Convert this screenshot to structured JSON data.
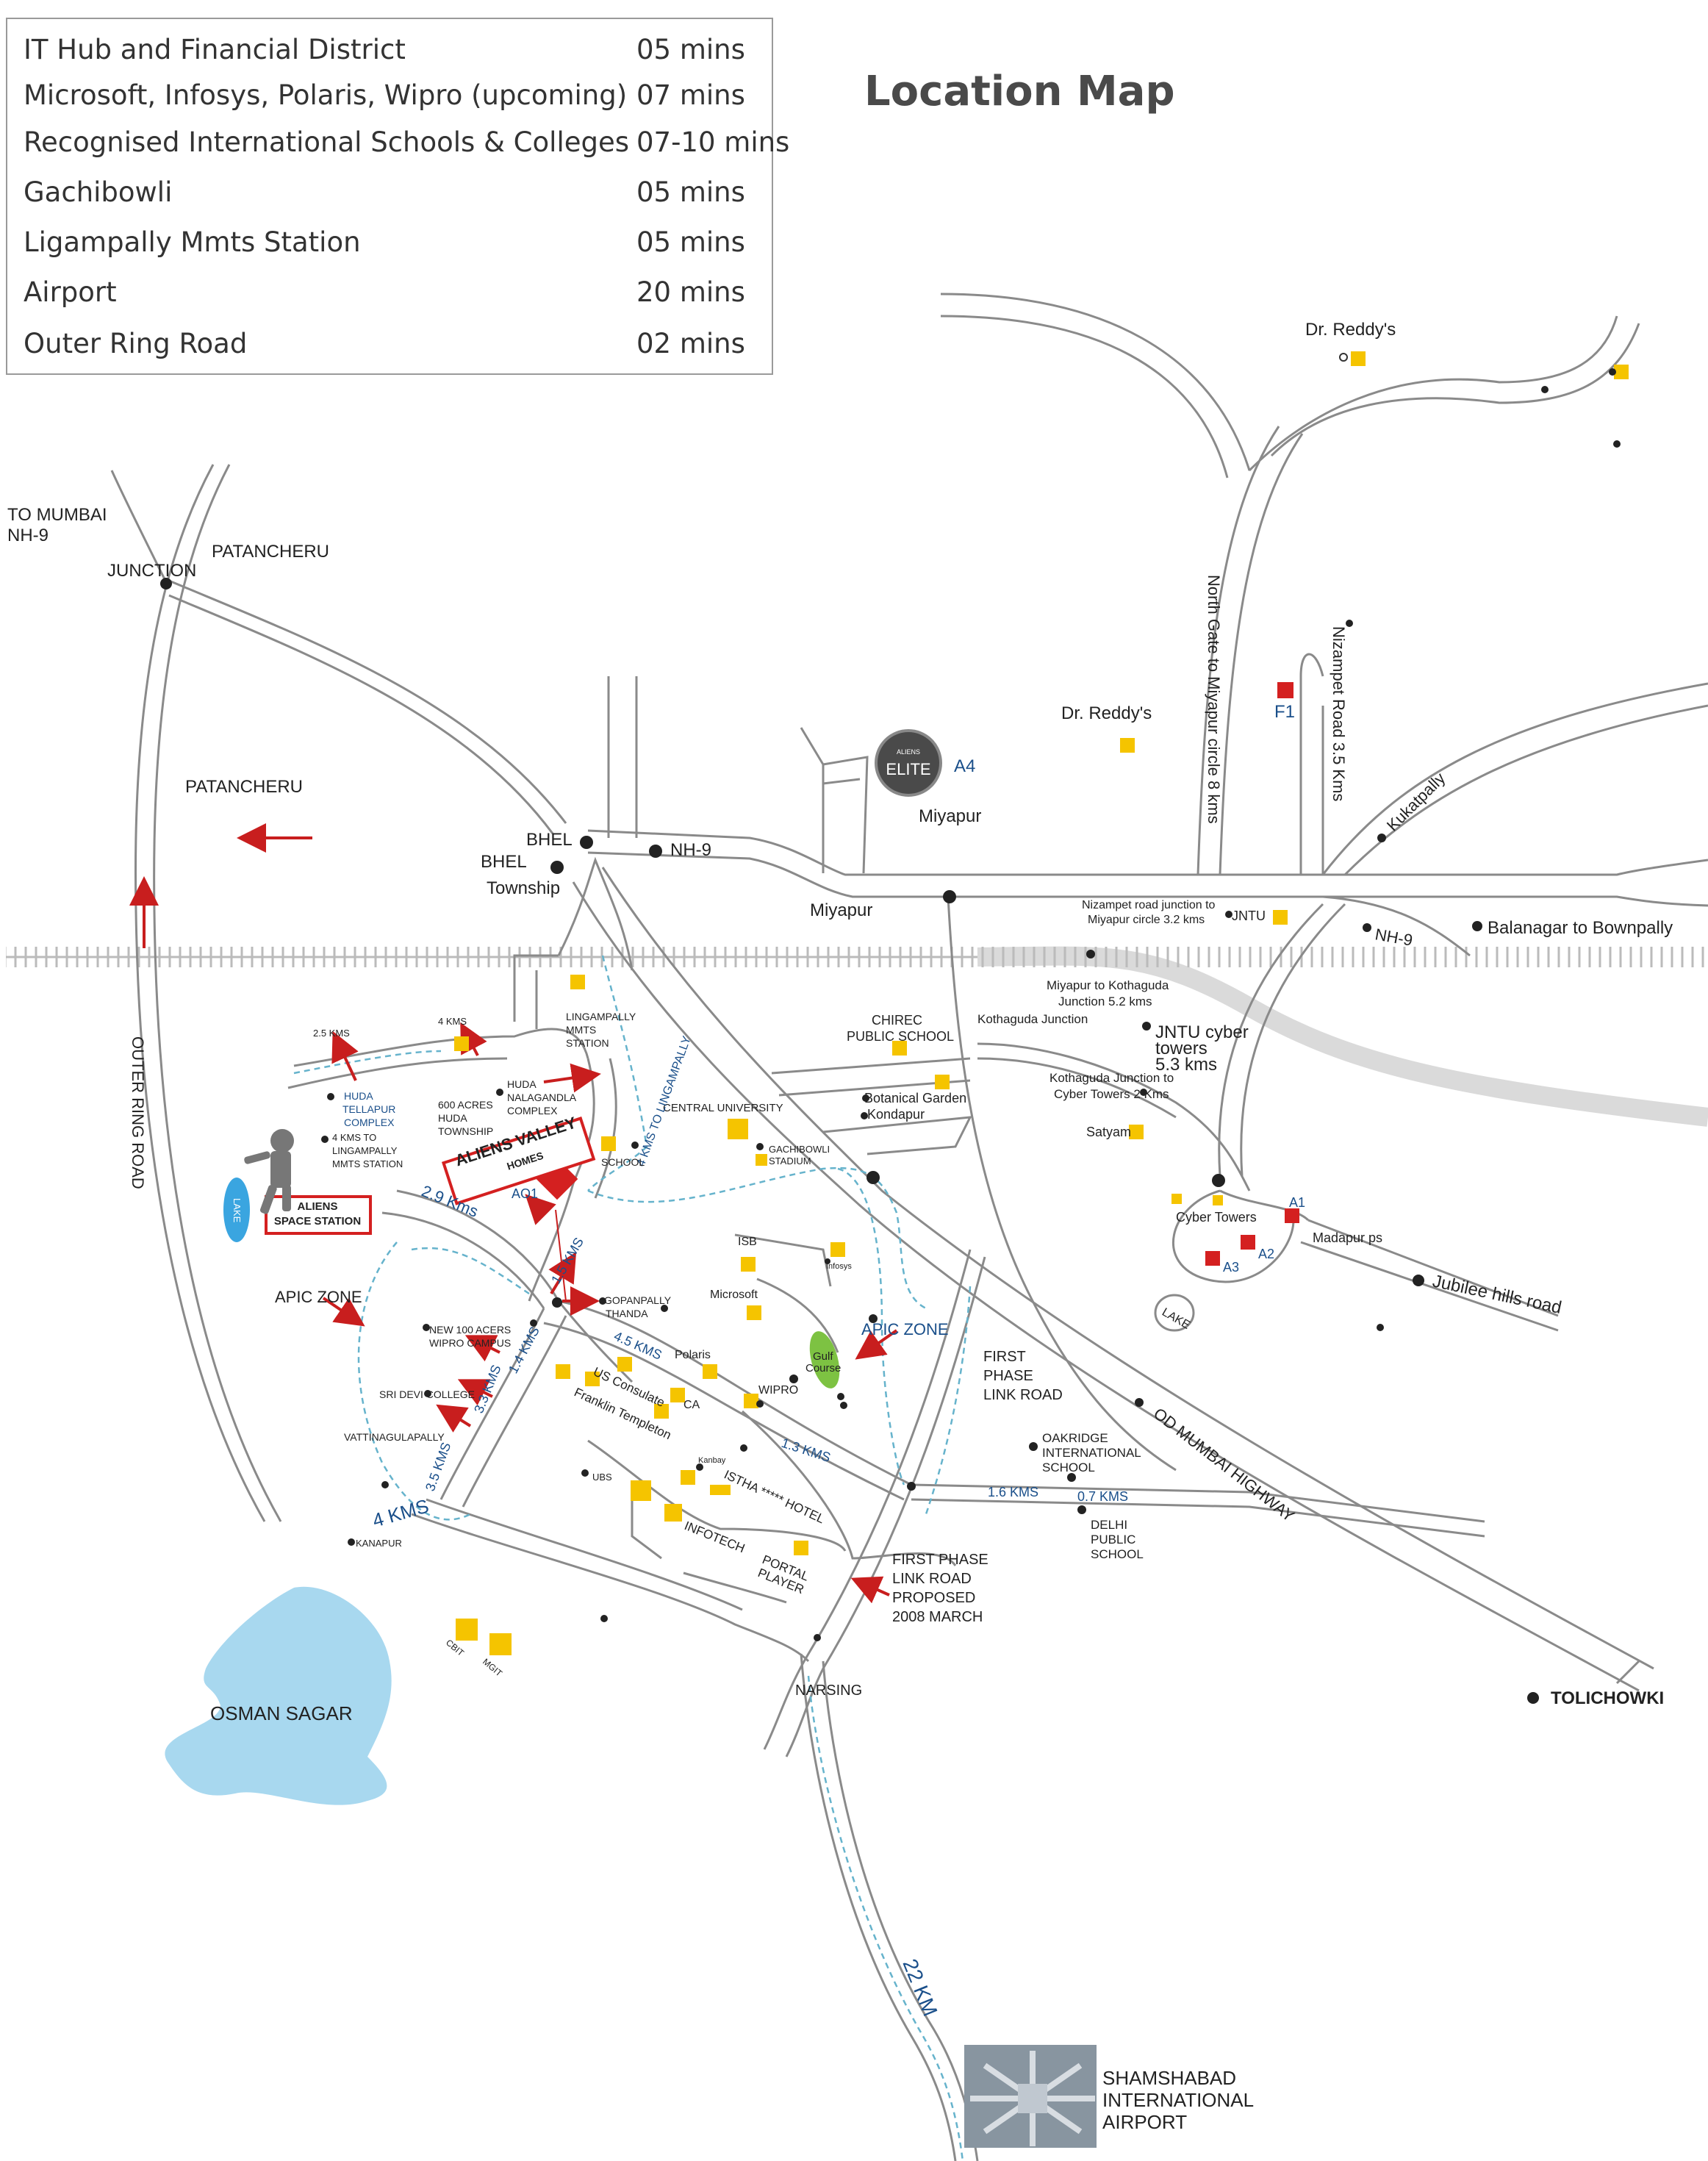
{
  "title": "Location Map",
  "legend": [
    {
      "place": "IT Hub and Financial District",
      "time": "05 mins"
    },
    {
      "place": "Microsoft, Infosys, Polaris, Wipro (upcoming)",
      "time": "07 mins"
    },
    {
      "place": "Recognised International Schools & Colleges",
      "time": "07-10 mins"
    },
    {
      "place": "Gachibowli",
      "time": "05 mins"
    },
    {
      "place": "Ligampally Mmts Station",
      "time": "05 mins"
    },
    {
      "place": "Airport",
      "time": "20 mins"
    },
    {
      "place": "Outer Ring Road",
      "time": "02 mins"
    }
  ],
  "colors": {
    "road": "#8a8a8a",
    "landmark": "#f5c400",
    "project": "#d42020",
    "arrow": "#c81e1e",
    "water": "#a8d8ef",
    "distance": "#1a4f8a",
    "dashed": "#66b3cc",
    "golf": "#7dc242"
  },
  "labels": {
    "to_mumbai": "TO MUMBAI",
    "nh9_left": "NH-9",
    "junction": "JUNCTION",
    "patancheru_top": "PATANCHERU",
    "patancheru": "PATANCHERU",
    "outer_ring_road": "OUTER RING ROAD",
    "bhel": "BHEL",
    "bhel_township_1": "BHEL",
    "bhel_township_2": "Township",
    "nh9": "NH-9",
    "miyapur": "Miyapur",
    "miyapur_a4": "Miyapur",
    "a4": "A4",
    "elite_small": "ALIENS",
    "elite": "ELITE",
    "dr_reddys_top": "Dr. Reddy's",
    "dr_reddys": "Dr. Reddy's",
    "north_gate": "North Gate to Miyapur circle 8 kms",
    "nizampet": "Nizampet Road 3.5 Kms",
    "f1": "F1",
    "kukatpally": "Kukatpally",
    "nizampet_junction_1": "Nizampet road junction to",
    "nizampet_junction_2": "Miyapur circle 3.2 kms",
    "jntu": "JNTU",
    "nh9_right": "NH-9",
    "balanagar": "Balanagar to Bownpally",
    "miyapur_kothaguda_1": "Miyapur to Kothaguda",
    "miyapur_kothaguda_2": "Junction 5.2 kms",
    "kothaguda_junction": "Kothaguda Junction",
    "jntu_cyber_1": "JNTU cyber",
    "jntu_cyber_2": "towers",
    "jntu_cyber_3": "5.3 kms",
    "kothaguda_cyber_1": "Kothaguda Junction to",
    "kothaguda_cyber_2": "Cyber Towers 2 Kms",
    "satyam": "Satyam",
    "cyber_towers": "Cyber Towers",
    "a1": "A1",
    "a2": "A2",
    "a3": "A3",
    "madapur_ps": "Madapur ps",
    "lake_right": "LAKE",
    "jubilee_hills": "Jubilee hills road",
    "chirec_1": "CHIREC",
    "chirec_2": "PUBLIC SCHOOL",
    "botanical_garden": "Botanical Garden",
    "kondapur": "Kondapur",
    "central_university": "CENTRAL UNIVERSITY",
    "gachibowli_1": "GACHIBOWLI",
    "gachibowli_2": "STADIUM",
    "lingampally_1": "LINGAMPALLY",
    "lingampally_2": "MMTS",
    "lingampally_3": "STATION",
    "four_kms_lingampally": "4 KMS TO LINGAMPALLY",
    "four_kms": "4 KMS",
    "two_five_kms": "2.5 KMS",
    "huda_tellapur_1": "HUDA",
    "huda_tellapur_2": "TELLAPUR",
    "huda_tellapur_3": "COMPLEX",
    "four_kms_to_1": "4 KMS TO",
    "four_kms_to_2": "LINGAMPALLY",
    "four_kms_to_3": "MMTS STATION",
    "six_hundred_1": "600 ACRES",
    "six_hundred_2": "HUDA",
    "six_hundred_3": "TOWNSHIP",
    "huda_nalagandla_1": "HUDA",
    "huda_nalagandla_2": "NALAGANDLA",
    "huda_nalagandla_3": "COMPLEX",
    "aliens_valley_1": "ALIENS VALLEY",
    "aliens_valley_2": "HOMES",
    "school": "SCHOOL",
    "ao1": "AO1",
    "lake_left": "LAKE",
    "aliens_space_1": "ALIENS",
    "aliens_space_2": "SPACE STATION",
    "two_nine_kms": "2.9 Kms",
    "one_five_kms": "1.5 KMS",
    "gopanpally_1": "GOPANPALLY",
    "gopanpally_2": "THANDA",
    "isb": "ISB",
    "infosys": "Infosys",
    "microsoft": "Microsoft",
    "apic_zone_left": "APIC ZONE",
    "apic_zone_right": "APIC ZONE",
    "new_100_1": "NEW 100 ACERS",
    "new_100_2": "WIPRO CAMPUS",
    "one_four_kms": "1.4 KMS",
    "three_three_kms": "3.3 KMS",
    "four_five_kms": "4.5 KMS",
    "polaris": "Polaris",
    "golf_1": "Gulf",
    "golf_2": "Course",
    "sri_devi": "SRI DEVI COLLEGE",
    "us_consulate": "US Consulate",
    "ca": "CA",
    "franklin": "Franklin Templeton",
    "wipro": "WIPRO",
    "vattinagulapally": "VATTINAGULAPALLY",
    "three_five_kms": "3.5 KMS",
    "kanbay": "Kanbay",
    "istha": "ISTHA ***** HOTEL",
    "ubs": "UBS",
    "infotech": "INFOTECH",
    "portal_1": "PORTAL",
    "portal_2": "PLAYER",
    "one_three_kms": "1.3 KMS",
    "first_phase_1": "FIRST",
    "first_phase_2": "PHASE",
    "first_phase_3": "LINK ROAD",
    "oakridge_1": "OAKRIDGE",
    "oakridge_2": "INTERNATIONAL",
    "oakridge_3": "SCHOOL",
    "one_six_kms": "1.6 KMS",
    "zero_seven_kms": "0.7 KMS",
    "od_mumbai": "OD   MUMBAI HIGHWAY",
    "dps_1": "DELHI",
    "dps_2": "PUBLIC",
    "dps_3": "SCHOOL",
    "four_kms_orr": "4 KMS",
    "kanapur": "KANAPUR",
    "first_proposed_1": "FIRST PHASE",
    "first_proposed_2": "LINK ROAD",
    "first_proposed_3": "PROPOSED",
    "first_proposed_4": "2008 MARCH",
    "cbit": "CBIT",
    "mgit": "MGIT",
    "narsing": "NARSING",
    "tolichowki": "TOLICHOWKI",
    "osman_sagar": "OSMAN SAGAR",
    "twenty_two_km": "22 KM",
    "shamshabad_1": "SHAMSHABAD",
    "shamshabad_2": "INTERNATIONAL",
    "shamshabad_3": "AIRPORT"
  }
}
